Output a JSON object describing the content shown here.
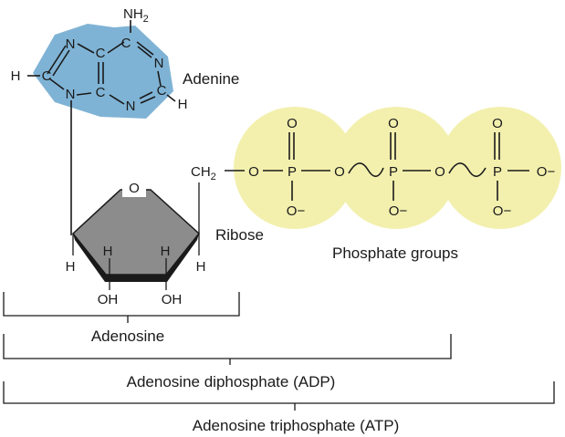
{
  "colors": {
    "adenine_fill": "#7fb3d5",
    "phosphate_fill": "#f3f0ae",
    "ribose_fill": "#8c8c8c",
    "ribose_front_edge": "#1a1a1a"
  },
  "labels": {
    "adenine": "Adenine",
    "ribose": "Ribose",
    "phosphate_groups": "Phosphate groups",
    "adenosine": "Adenosine",
    "adp": "Adenosine diphosphate (ADP)",
    "atp": "Adenosine triphosphate (ATP)"
  },
  "atoms": {
    "nh2": "NH",
    "nh2_sub": "2",
    "n": "N",
    "c": "C",
    "h": "H",
    "o": "O",
    "o_minus": "O−",
    "p": "P",
    "oh": "OH",
    "ch2": "CH",
    "ch2_sub": "2"
  }
}
